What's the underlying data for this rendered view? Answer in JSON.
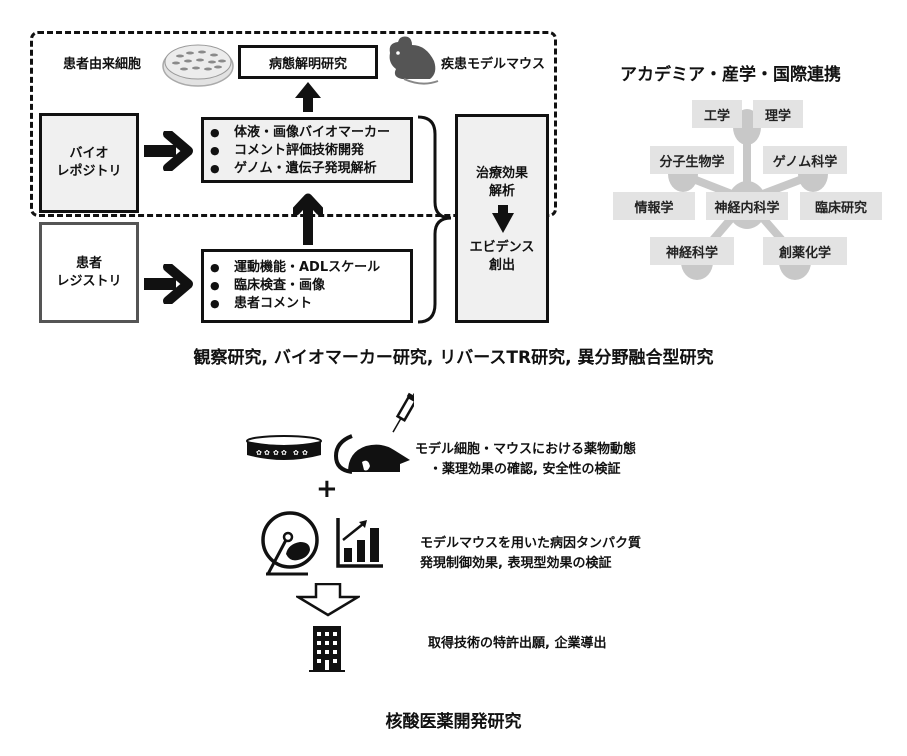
{
  "top_diagram": {
    "patient_cells_label": "患者由来細胞",
    "pathology_box": "病態解明研究",
    "model_mouse_label": "疾患モデルマウス",
    "biorepository": [
      "バイオ",
      "レポジトリ"
    ],
    "biomarker_items": [
      "体液・画像バイオマーカー",
      "コメント評価技術開発",
      "ゲノム・遺伝子発現解析"
    ],
    "patient_registry": [
      "患者",
      "レジストリ"
    ],
    "clinical_items": [
      "運動機能・ADLスケール",
      "臨床検査・画像",
      "患者コメント"
    ],
    "outcome_box": {
      "line1": "治療効果",
      "line2": "解析",
      "line3": "エビデンス",
      "line4": "創出"
    },
    "caption": "観察研究, バイオマーカー研究, リバースTR研究, 異分野融合型研究"
  },
  "collaboration": {
    "title": "アカデミア・産学・国際連携",
    "center": "神経内科学",
    "fields": [
      "工学",
      "理学",
      "分子生物学",
      "ゲノム科学",
      "情報学",
      "臨床研究",
      "神経科学",
      "創薬化学"
    ],
    "colors": {
      "node": "#c8c8c8",
      "tag": "#e3e3e3"
    }
  },
  "bottom_diagram": {
    "step1": [
      "モデル細胞・マウスにおける薬物動態",
      "・薬理効果の確認, 安全性の検証"
    ],
    "plus": "+",
    "step2": [
      "モデルマウスを用いた病因タンパク質",
      "発現制御効果, 表現型効果の検証"
    ],
    "step3": "取得技術の特許出願, 企業導出",
    "caption": "核酸医薬開発研究",
    "icons": [
      "petri-dish-icon",
      "mouse-injection-icon",
      "hamster-wheel-icon",
      "bar-chart-growth-icon",
      "down-arrow-icon",
      "building-icon"
    ]
  }
}
